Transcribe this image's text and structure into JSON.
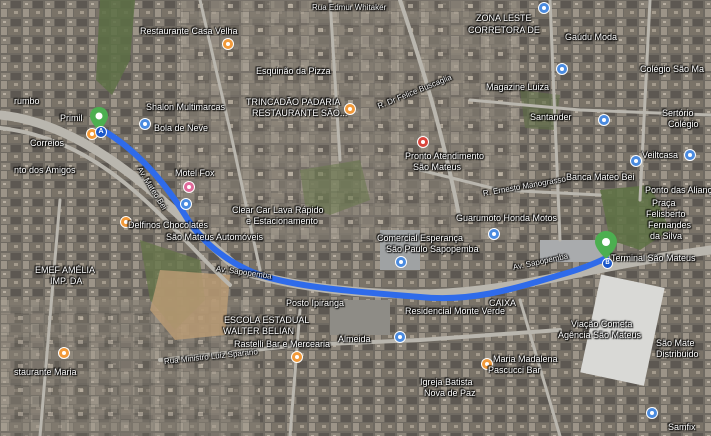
{
  "map": {
    "colors": {
      "route": "#2f6bea",
      "route_edge": "#1f4fb8",
      "pin_green": "#4caf50",
      "poi_orange": "#f29a3a",
      "poi_blue": "#4a8be0",
      "poi_pink": "#e06a9a",
      "poi_red": "#d9453c"
    },
    "route_labels": {
      "start_marker": "A",
      "end_marker": "B"
    },
    "labels": [
      {
        "text": "Rua Edmur Whitaker",
        "kind": "road"
      },
      {
        "text": "ZONA LESTE",
        "kind": "place"
      },
      {
        "text": "CORRETORA DE",
        "kind": "place"
      },
      {
        "text": "Gaúdu Moda",
        "kind": "place"
      },
      {
        "text": "Restaurante Casa Velha",
        "kind": "place"
      },
      {
        "text": "Colégio São Ma",
        "kind": "place"
      },
      {
        "text": "Esquinão da Pizza",
        "kind": "place"
      },
      {
        "text": "Magazine Luiza",
        "kind": "place"
      },
      {
        "text": "TRINCADÃO PADARIA",
        "kind": "place"
      },
      {
        "text": "RESTAURANTE SÃO...",
        "kind": "place"
      },
      {
        "text": "R. Dr Felice Buscaglia",
        "kind": "road"
      },
      {
        "text": "Santander",
        "kind": "place"
      },
      {
        "text": "Sertório",
        "kind": "place"
      },
      {
        "text": "Colégio",
        "kind": "place"
      },
      {
        "text": "Shalon Multimarcas",
        "kind": "place"
      },
      {
        "text": "Primil",
        "kind": "place"
      },
      {
        "text": "Bola de Neve",
        "kind": "place"
      },
      {
        "text": "Correios",
        "kind": "place"
      },
      {
        "text": "Pronto Atendimento",
        "kind": "place"
      },
      {
        "text": "São Mateus",
        "kind": "place"
      },
      {
        "text": "Veiltcasa",
        "kind": "place"
      },
      {
        "text": "nto dos Amigos",
        "kind": "place"
      },
      {
        "text": "Motel Fox",
        "kind": "place"
      },
      {
        "text": "Banca Mateo Bei",
        "kind": "place"
      },
      {
        "text": "Ponto das Aliança",
        "kind": "place"
      },
      {
        "text": "R. Ernesto Manograsso",
        "kind": "road"
      },
      {
        "text": "Praça",
        "kind": "place"
      },
      {
        "text": "Felisberto",
        "kind": "place"
      },
      {
        "text": "Fernandes",
        "kind": "place"
      },
      {
        "text": "da Silva",
        "kind": "place"
      },
      {
        "text": "Clear Car Lava Rápido",
        "kind": "place"
      },
      {
        "text": "e Estacionamento",
        "kind": "place"
      },
      {
        "text": "Delfinos Chocolates",
        "kind": "place"
      },
      {
        "text": "São Mateus Automóveis",
        "kind": "place"
      },
      {
        "text": "Guarumoto Honda Motos",
        "kind": "place"
      },
      {
        "text": "Comercial Esperança",
        "kind": "place"
      },
      {
        "text": "São Paulo Sapopemba",
        "kind": "place"
      },
      {
        "text": "Av. Sapopemba",
        "kind": "road"
      },
      {
        "text": "Av. Sapopemba",
        "kind": "road"
      },
      {
        "text": "Terminal São Mateus",
        "kind": "place"
      },
      {
        "text": "EMEF AMÉLIA",
        "kind": "place"
      },
      {
        "text": "IMP. DA",
        "kind": "place"
      },
      {
        "text": "Av. Mateo Bei",
        "kind": "road"
      },
      {
        "text": "Posto Ipiranga",
        "kind": "place"
      },
      {
        "text": "CAIXA",
        "kind": "place"
      },
      {
        "text": "ESCOLA ESTADUAL",
        "kind": "place"
      },
      {
        "text": "WALTER BELIAN",
        "kind": "place"
      },
      {
        "text": "Residencial Monte Verde",
        "kind": "place"
      },
      {
        "text": "Viação Cometa",
        "kind": "place"
      },
      {
        "text": "Agência São Mateus",
        "kind": "place"
      },
      {
        "text": "São Mate",
        "kind": "place"
      },
      {
        "text": "Distribuido",
        "kind": "place"
      },
      {
        "text": "Almeida",
        "kind": "place"
      },
      {
        "text": "Rastelli Bar e Mercearia",
        "kind": "place"
      },
      {
        "text": "Rua Ministro Luiz Sparano",
        "kind": "road"
      },
      {
        "text": "Maria Madalena",
        "kind": "place"
      },
      {
        "text": "Pascucci Bar",
        "kind": "place"
      },
      {
        "text": "staurante Maria",
        "kind": "place"
      },
      {
        "text": "Igreja Batista",
        "kind": "place"
      },
      {
        "text": "Nova de Paz",
        "kind": "place"
      },
      {
        "text": "Samfix",
        "kind": "place"
      },
      {
        "text": "rumbo",
        "kind": "place"
      }
    ]
  }
}
